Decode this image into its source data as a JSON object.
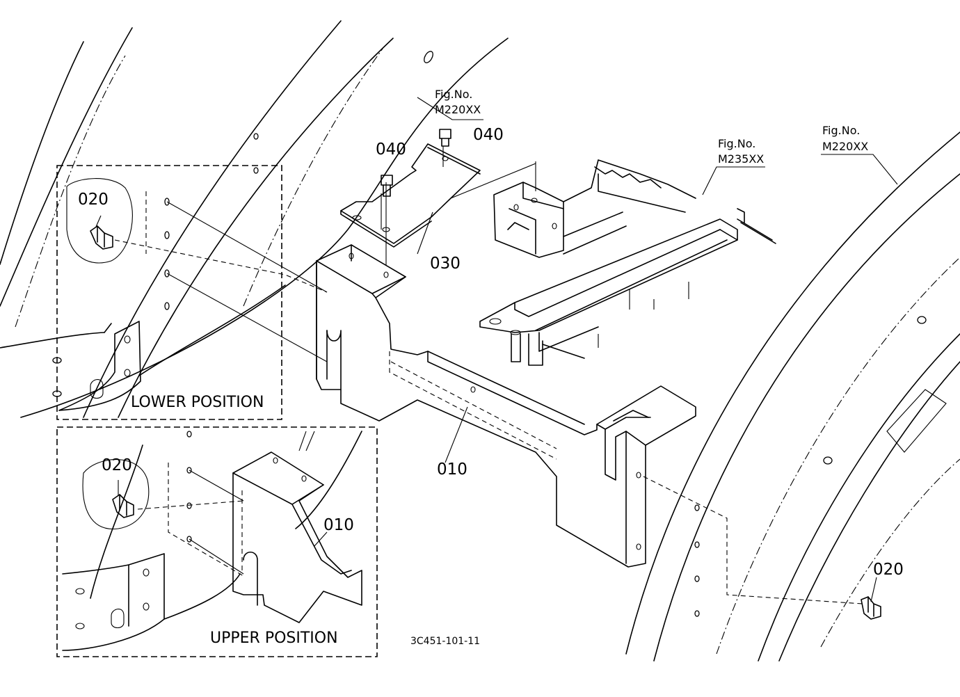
{
  "callouts": {
    "p040_top": "040",
    "p040_left": "040",
    "p030": "030",
    "p010_main": "010",
    "p010_inset": "010",
    "p020_lower": "020",
    "p020_upper": "020",
    "p020_right": "020"
  },
  "fig_refs": {
    "ref_top": {
      "label": "Fig.No.",
      "code": "M220XX"
    },
    "ref_middle": {
      "label": "Fig.No.",
      "code": "M235XX"
    },
    "ref_right": {
      "label": "Fig.No.",
      "code": "M220XX"
    }
  },
  "insets": {
    "lower": {
      "title": "LOWER POSITION"
    },
    "upper": {
      "title": "UPPER POSITION"
    }
  },
  "drawing_number": "3C451-101-11"
}
